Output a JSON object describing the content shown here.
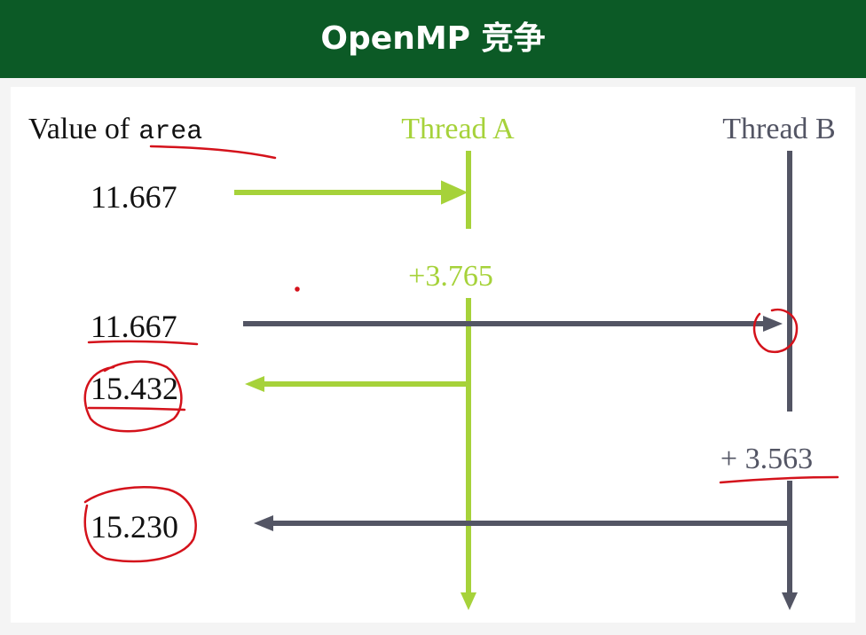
{
  "header": {
    "title": "OpenMP 竞争"
  },
  "diagram": {
    "value_label_prefix": "Value of",
    "value_label_var": "area",
    "thread_a_label": "Thread A",
    "thread_b_label": "Thread B",
    "values": [
      "11.667",
      "11.667",
      "15.432",
      "15.230"
    ],
    "thread_a_increment": "+3.765",
    "thread_b_increment": "+ 3.563"
  },
  "colors": {
    "header_bg": "#0c5a26",
    "thread_a": "#a6d23a",
    "thread_b": "#535564",
    "annotation": "#d4121b"
  }
}
